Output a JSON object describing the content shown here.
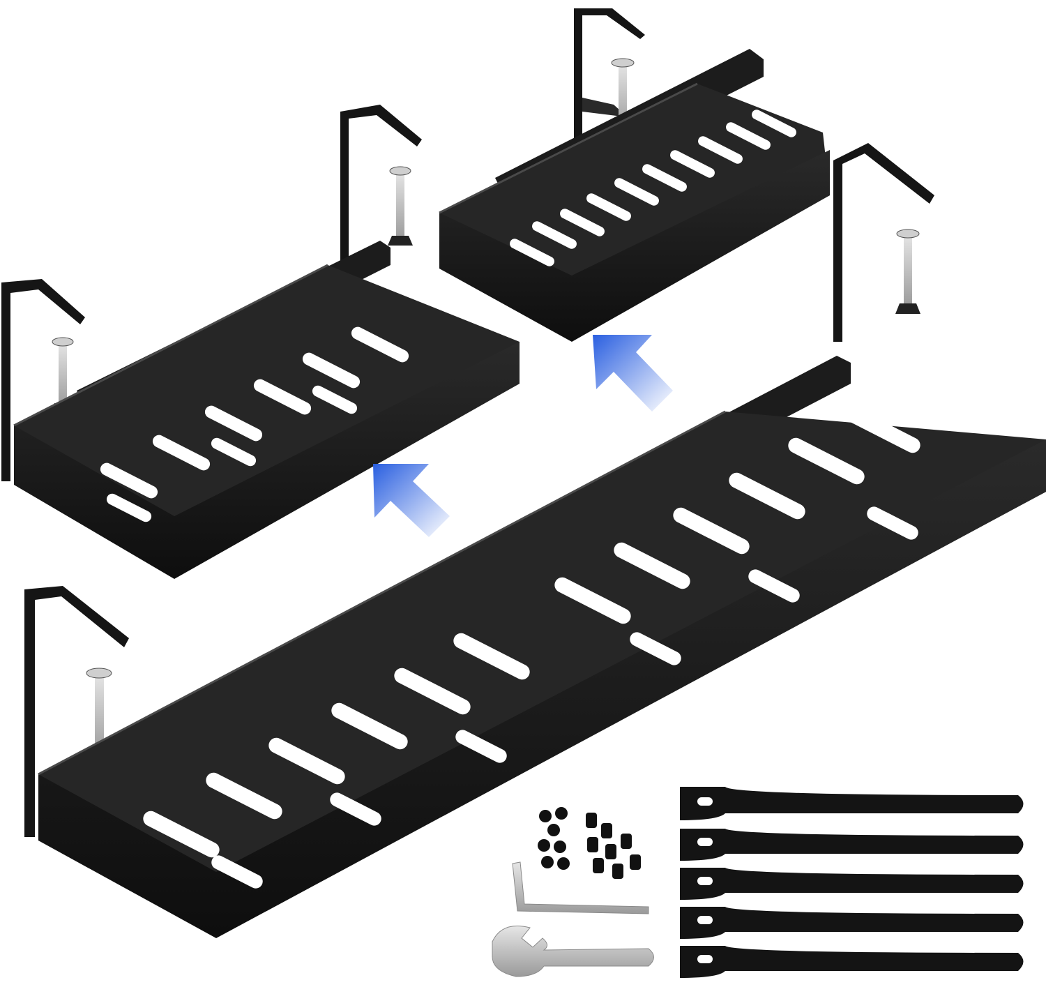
{
  "colors": {
    "background": "#ffffff",
    "metal": "#1b1b1b",
    "metal_top": "#2e2e2e",
    "metal_edge": "#5a5a5a",
    "arrow": "#2a5fe0",
    "strap": "#141414",
    "tool_silver": "#c8c8c8"
  },
  "scene": {
    "trays": [
      "large-tray",
      "medium-tray",
      "small-tray"
    ],
    "arrows": [
      "expand-arrow",
      "expand-arrow"
    ],
    "accessories": [
      "hook-and-loop-strap",
      "hex-key",
      "open-end-wrench",
      "screws-and-nuts"
    ],
    "strap_count": 5,
    "arrow_icon": "up-right-arrow-icon",
    "clamp_icon": "c-clamp-icon"
  }
}
